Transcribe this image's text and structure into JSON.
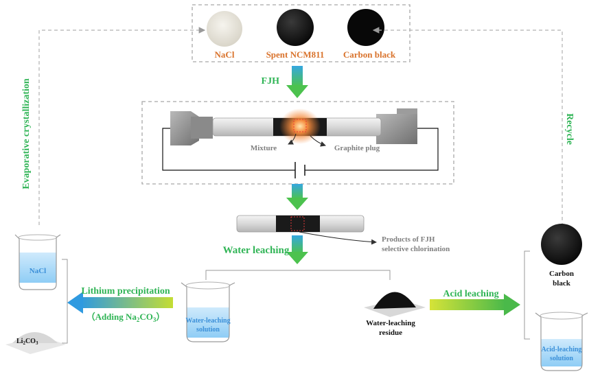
{
  "inputs": {
    "nacl": "NaCl",
    "spent": "Spent NCM811",
    "carbon": "Carbon black"
  },
  "process": {
    "fjh": "FJH",
    "mixture": "Mixture",
    "graphite_plug": "Graphite plug",
    "products_line1": "Products of FJH",
    "products_line2": "selective chlorination",
    "water_leaching": "Water leaching",
    "evaporative": "Evaporative crystallization",
    "recycle": "Recycle",
    "lithium_precipitation": "Lithium precipitation",
    "adding_prefix": "（Adding  Na",
    "adding_sub1": "2",
    "adding_mid": "CO",
    "adding_sub2": "3",
    "adding_suffix": "）",
    "acid_leaching": "Acid leaching"
  },
  "beakers": {
    "nacl": "NaCl",
    "water_solution_line1": "Water-leaching",
    "water_solution_line2": "solution",
    "acid_solution_line1": "Acid-leaching",
    "acid_solution_line2": "solution"
  },
  "residues": {
    "li2co3_main": "Li",
    "li2co3_sub1": "2",
    "li2co3_mid": "CO",
    "li2co3_sub2": "3",
    "water_residue_line1": "Water-leaching",
    "water_residue_line2": "residue",
    "carbon_line1": "Carbon",
    "carbon_line2": "black"
  },
  "colors": {
    "orange_text": "#d9722b",
    "green_text": "#2fb455",
    "gray_text": "#7f7f7f",
    "solution_blue": "#3a8fd8"
  }
}
